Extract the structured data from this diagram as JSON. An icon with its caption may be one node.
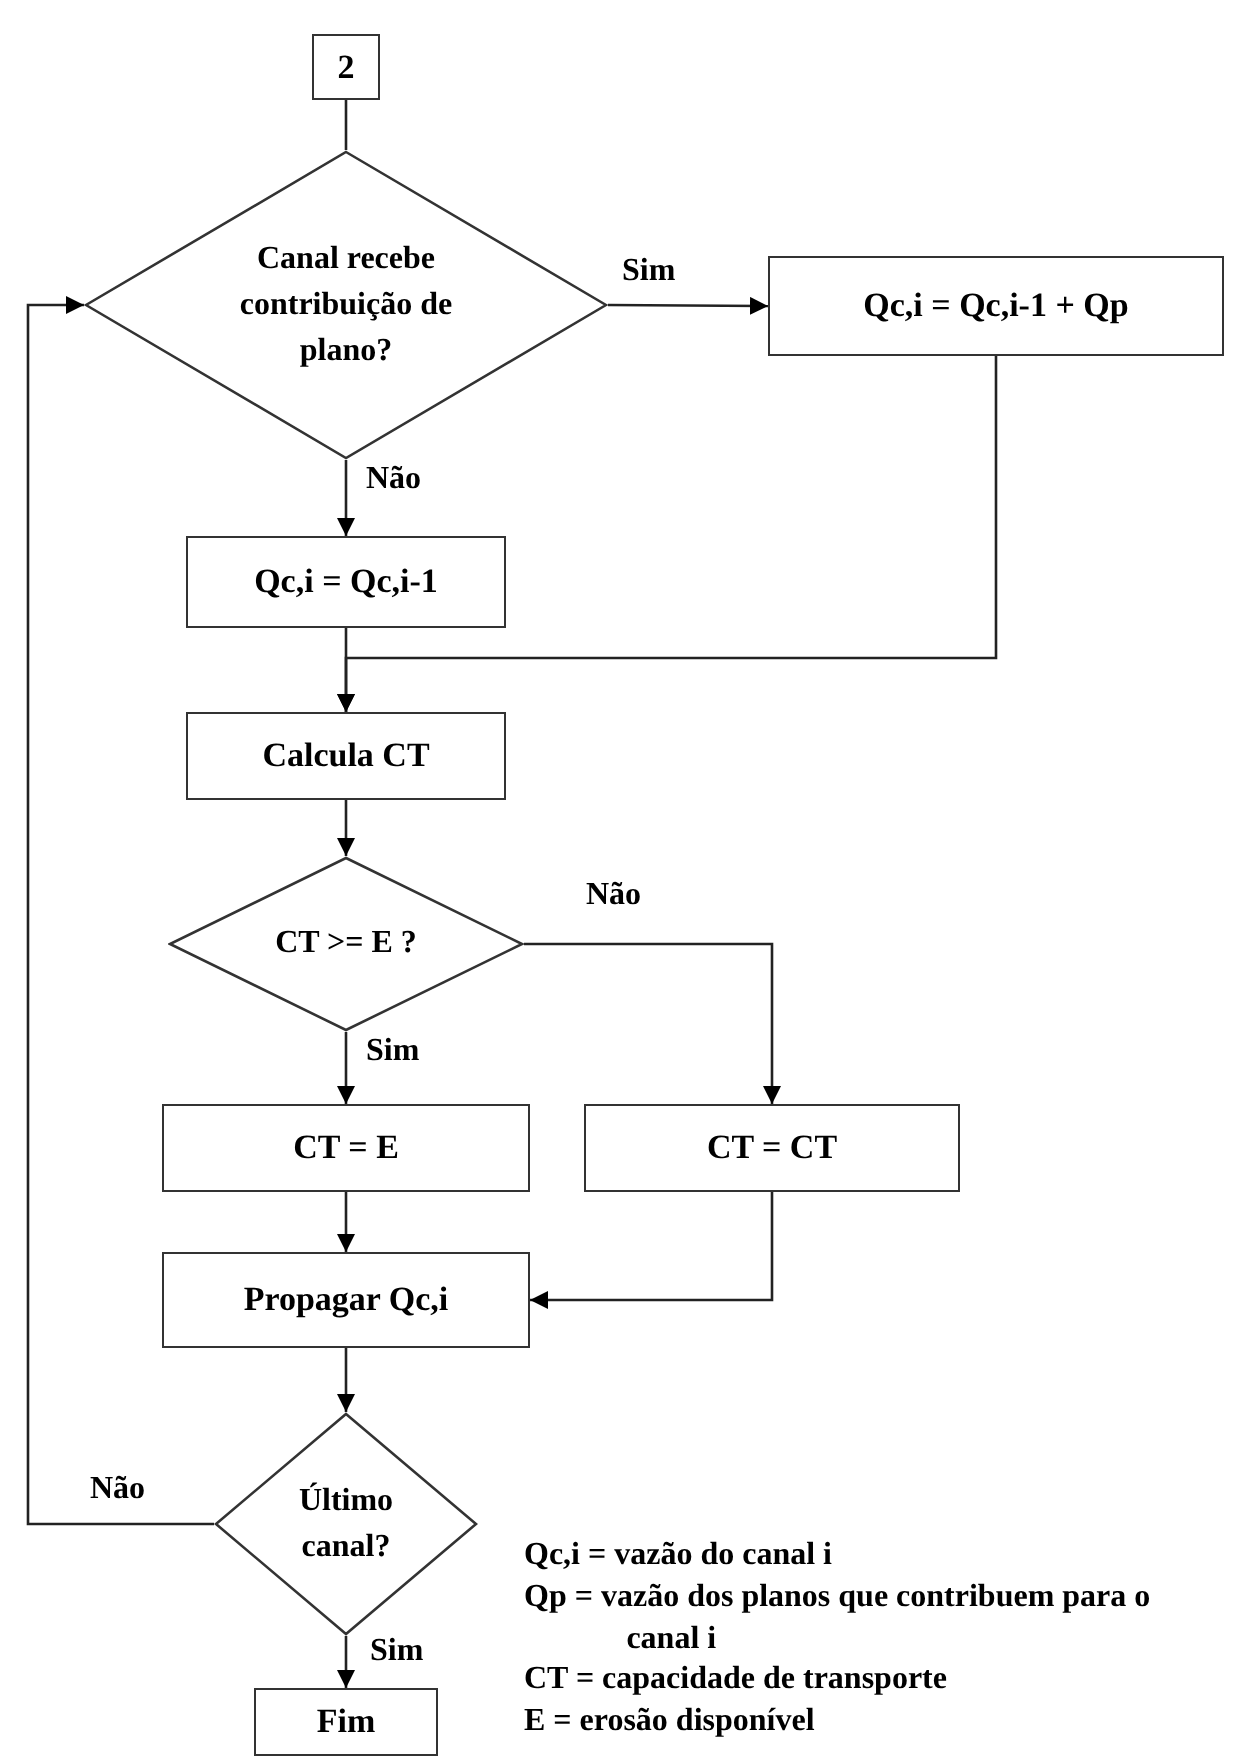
{
  "diagram": {
    "nodes": [
      {
        "text": [
          "2"
        ]
      },
      {
        "text": [
          "Canal recebe contribuição de plano?"
        ]
      },
      {
        "text": [
          "Qc,i = Qc,i-1 + Qp"
        ]
      },
      {
        "text": [
          "Qc,i = Qc,i-1"
        ]
      },
      {
        "text": [
          "Calcula CT"
        ]
      },
      {
        "text": [
          "CT >= E ?"
        ]
      },
      {
        "text": [
          "CT = E"
        ]
      },
      {
        "text": [
          "CT = CT"
        ]
      },
      {
        "text": [
          "Propagar Qc,i"
        ]
      },
      {
        "text": [
          "Último canal?"
        ]
      },
      {
        "text": [
          "Fim"
        ]
      }
    ],
    "edges": [
      {
        "from": 0,
        "to": 1,
        "arrow": "none"
      },
      {
        "from": 1,
        "to": 2,
        "arrow": "to",
        "label": "Sim"
      },
      {
        "from": 1,
        "to": 3,
        "arrow": "to",
        "label": "Não"
      },
      {
        "from": 3,
        "to": 4,
        "arrow": "to"
      },
      {
        "from": 2,
        "to": 4,
        "arrow": "to"
      },
      {
        "from": 4,
        "to": 5,
        "arrow": "to"
      },
      {
        "from": 5,
        "to": 6,
        "arrow": "to",
        "label": "Sim"
      },
      {
        "from": 5,
        "to": 7,
        "arrow": "to",
        "label": "Não"
      },
      {
        "from": 6,
        "to": 8,
        "arrow": "to"
      },
      {
        "from": 7,
        "to": 8,
        "arrow": "to"
      },
      {
        "from": 8,
        "to": 9,
        "arrow": "to"
      },
      {
        "from": 9,
        "to": 1,
        "arrow": "to",
        "label": "Não"
      },
      {
        "from": 9,
        "to": 10,
        "arrow": "to",
        "label": "Sim"
      }
    ],
    "labels": [
      "Qc,i = vazão do canal i",
      "Qp = vazão dos planos que contribuem para o canal i",
      "CT = capacidade de transporte",
      "E = erosão disponível"
    ]
  }
}
